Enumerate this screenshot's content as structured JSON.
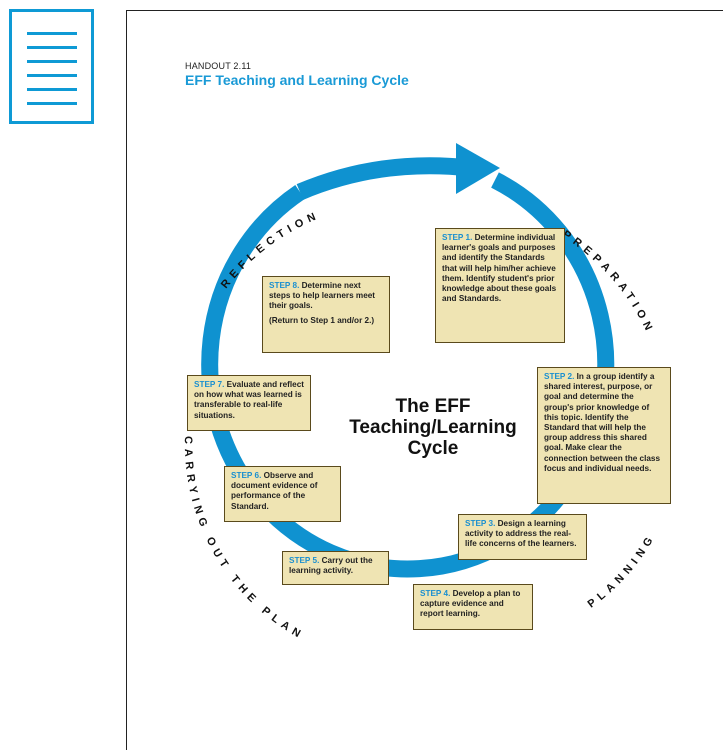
{
  "handout": {
    "number": "HANDOUT 2.11",
    "title": "EFF Teaching and Learning Cycle"
  },
  "center_title": {
    "line1": "The EFF",
    "line2": "Teaching/Learning",
    "line3": "Cycle"
  },
  "phases": {
    "reflection": "REFLECTION",
    "preparation": "PREPARATION",
    "planning": "PLANNING",
    "carrying": "CARRYING OUT THE PLAN"
  },
  "steps": [
    {
      "label": "STEP 1.",
      "text": "Determine individual learner's goals and purposes and identify the Standards that will help him/her achieve them. Identify student's prior knowledge about these goals and Standards."
    },
    {
      "label": "STEP 2.",
      "text": "In a group identify a shared interest, purpose, or goal and determine the group's prior knowledge of this topic. Identify the Standard that will help the group address this shared goal. Make clear the connection between the class focus and individual needs."
    },
    {
      "label": "STEP 3.",
      "text": "Design a learning activity to address the real-life concerns of the learners."
    },
    {
      "label": "STEP 4.",
      "text": "Develop a plan to capture evidence and report learning."
    },
    {
      "label": "STEP 5.",
      "text": "Carry out the learning activity."
    },
    {
      "label": "STEP 6.",
      "text": "Observe and document evidence of performance of the Standard."
    },
    {
      "label": "STEP 7.",
      "text": "Evaluate and reflect on how what was learned is transferable to real-life situations."
    },
    {
      "label": "STEP 8.",
      "text": "Determine next steps to help learners meet their goals.",
      "note": "(Return to Step 1 and/or 2.)"
    }
  ],
  "colors": {
    "accent": "#1a9ad6",
    "ring": "#0f92d0",
    "box_fill": "#efe4b3",
    "box_border": "#5a4a1c"
  }
}
